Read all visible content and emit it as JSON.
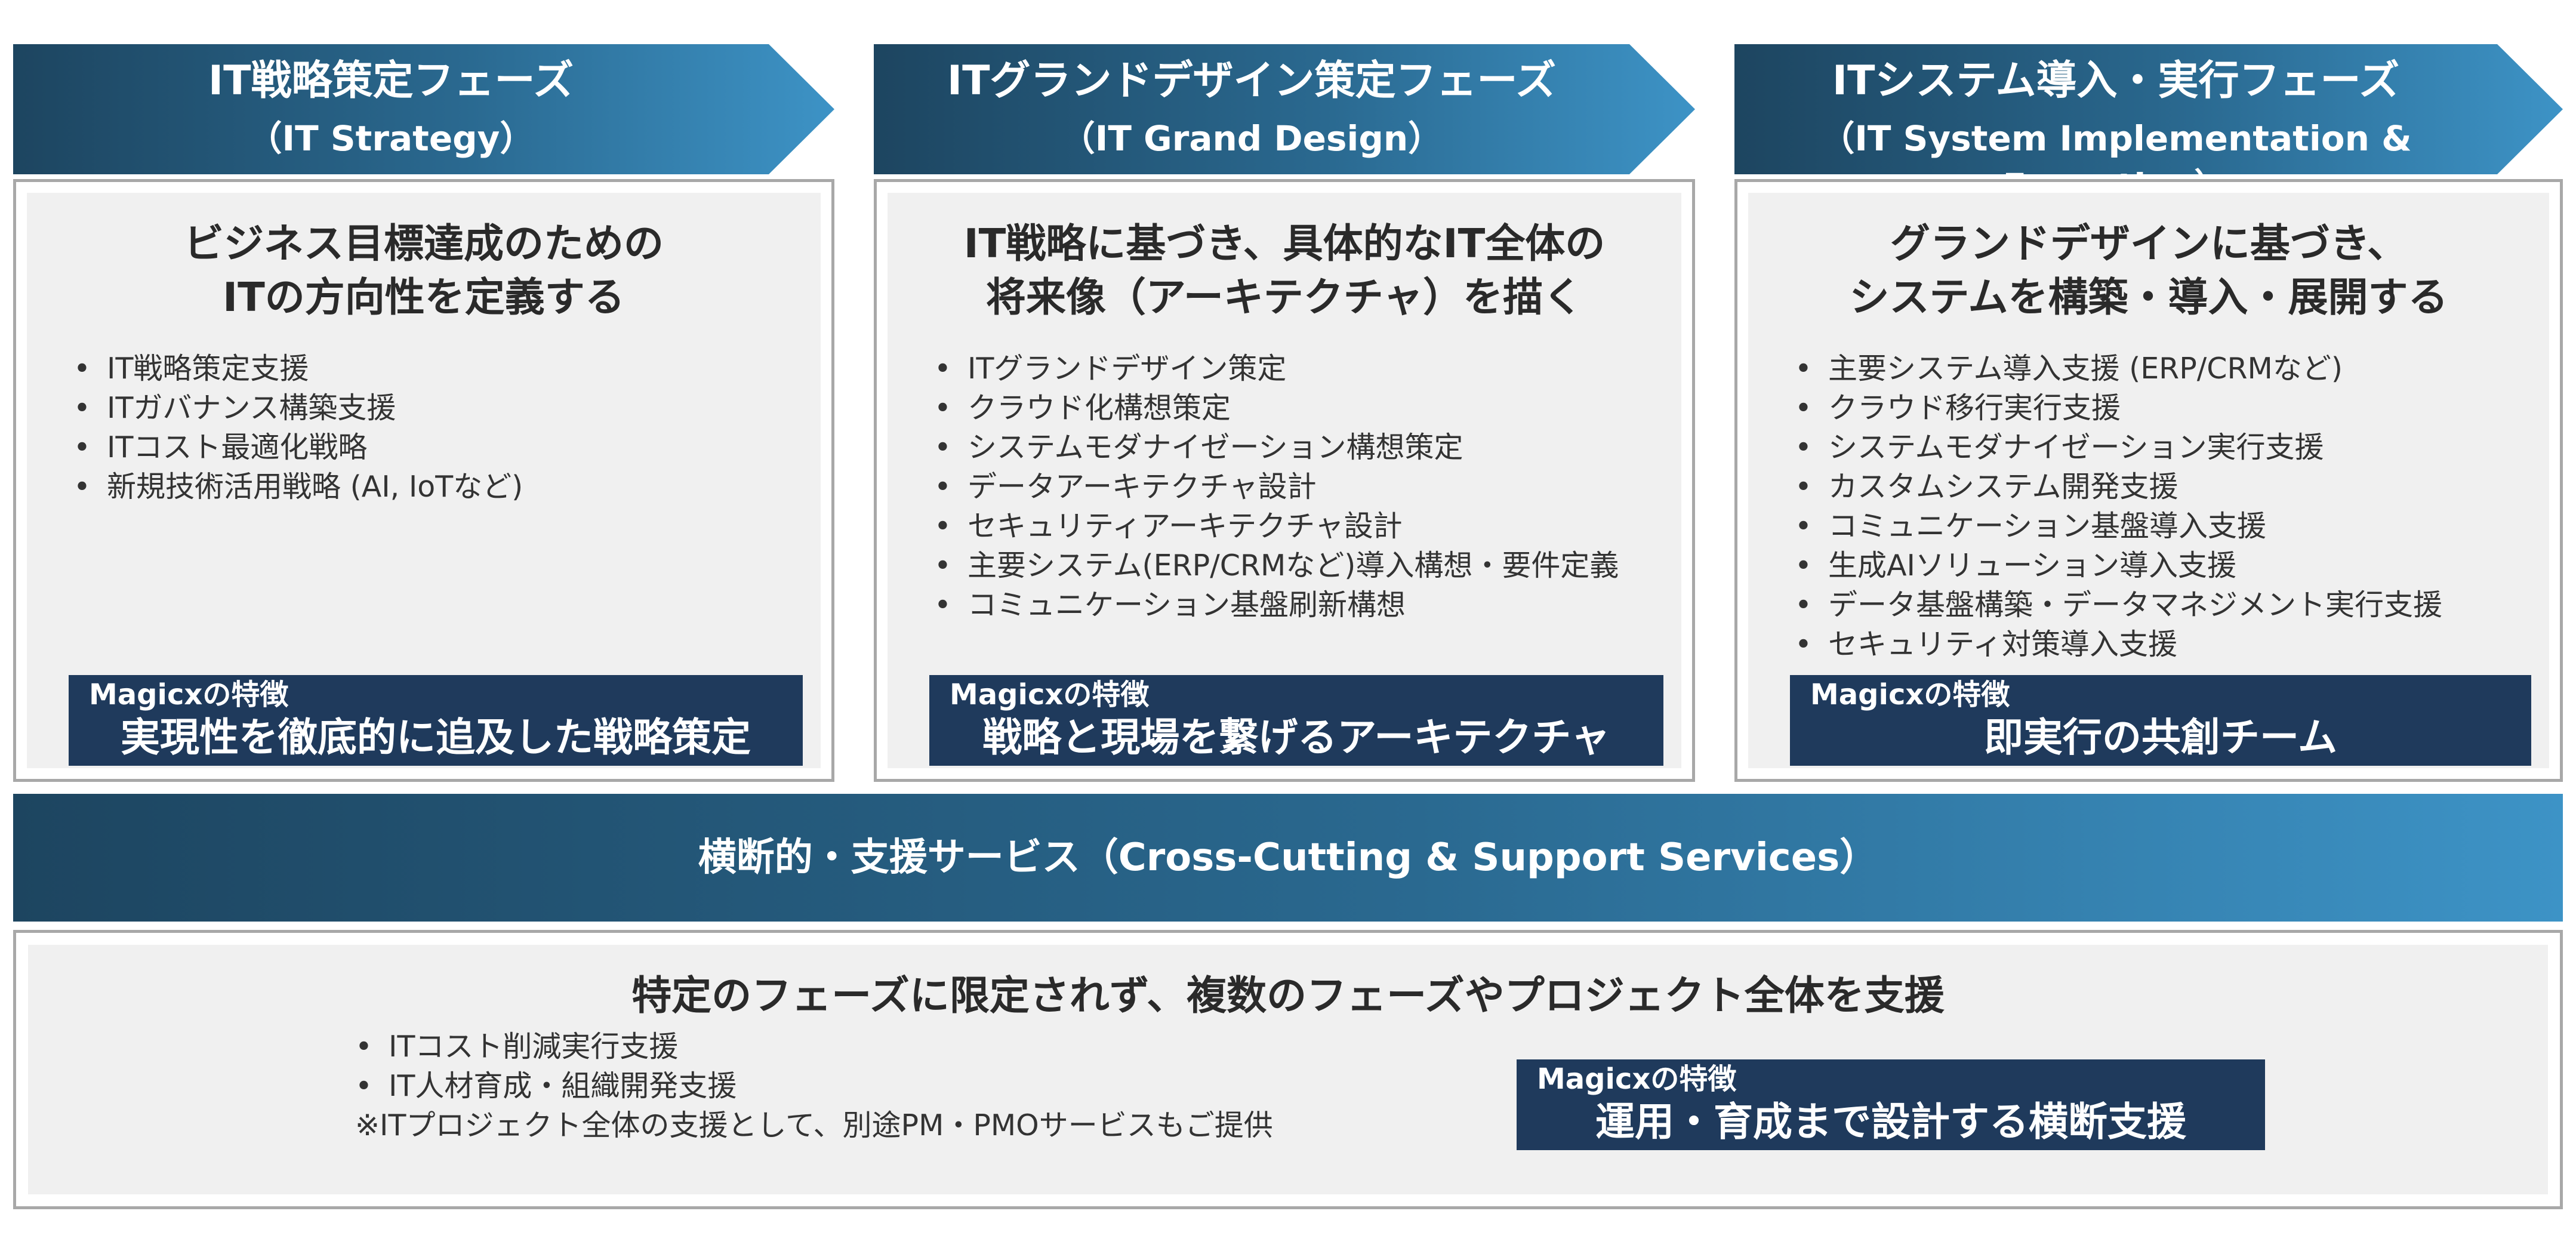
{
  "phases": [
    {
      "title": "IT戦略策定フェーズ",
      "subtitle": "（IT Strategy）",
      "headline": [
        "ビジネス目標達成のための",
        "ITの方向性を定義する"
      ],
      "items": [
        "IT戦略策定支援",
        "ITガバナンス構築支援",
        "ITコスト最適化戦略",
        "新規技術活用戦略 (AI, IoTなど)"
      ],
      "feature_label": "Magicxの特徴",
      "feature_text": "実現性を徹底的に追及した戦略策定"
    },
    {
      "title": "ITグランドデザイン策定フェーズ",
      "subtitle": "（IT Grand Design）",
      "headline": [
        "IT戦略に基づき、具体的なIT全体の",
        "将来像（アーキテクチャ）を描く"
      ],
      "items": [
        "ITグランドデザイン策定",
        "クラウド化構想策定",
        "システムモダナイゼーション構想策定",
        "データアーキテクチャ設計",
        "セキュリティアーキテクチャ設計",
        "主要システム(ERP/CRMなど)導入構想・要件定義",
        "コミュニケーション基盤刷新構想"
      ],
      "feature_label": "Magicxの特徴",
      "feature_text": "戦略と現場を繋げるアーキテクチャ"
    },
    {
      "title": "ITシステム導入・実行フェーズ",
      "subtitle": "（IT System Implementation & Execution）",
      "headline": [
        "グランドデザインに基づき、",
        "システムを構築・導入・展開する"
      ],
      "items": [
        "主要システム導入支援 (ERP/CRMなど)",
        "クラウド移行実行支援",
        "システムモダナイゼーション実行支援",
        "カスタムシステム開発支援",
        "コミュニケーション基盤導入支援",
        "生成AIソリューション導入支援",
        "データ基盤構築・データマネジメント実行支援",
        "セキュリティ対策導入支援"
      ],
      "feature_label": "Magicxの特徴",
      "feature_text": "即実行の共創チーム"
    }
  ],
  "cross_cutting": {
    "title": "横断的・支援サービス（Cross-Cutting & Support Services）",
    "headline": "特定のフェーズに限定されず、複数のフェーズやプロジェクト全体を支援",
    "items": [
      "ITコスト削減実行支援",
      "IT人材育成・組織開発支援"
    ],
    "note": "※ITプロジェクト全体の支援として、別途PM・PMOサービスもご提供",
    "feature_label": "Magicxの特徴",
    "feature_text": "運用・育成まで設計する横断支援"
  },
  "colors": {
    "header_gradient_start": "#1d4560",
    "header_gradient_end": "#3d93c6",
    "feature_bg": "#1f3a5c",
    "panel_bg": "#f0f0f0",
    "panel_border": "#a8a8a8"
  }
}
